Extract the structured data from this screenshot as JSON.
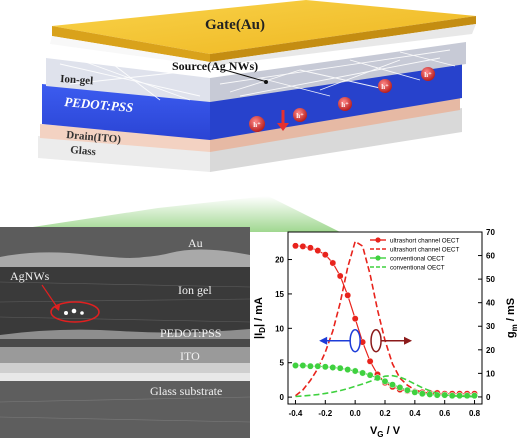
{
  "device": {
    "gate_label": "Gate(Au)",
    "source_label": "Source(Ag NWs)",
    "ion_gel_label": "Ion-gel",
    "pedot_label": "PEDOT:PSS",
    "drain_label": "Drain(ITO)",
    "glass_label": "Glass",
    "hole_label": "h⁺",
    "colors": {
      "gate": "#f2c12e",
      "ion_gel": "#e3e5ee",
      "pedot": "#2f4fe0",
      "drain": "#f0cfc0",
      "glass": "#efefef",
      "hole": "#c42a2a"
    }
  },
  "sem": {
    "labels": {
      "au": "Au",
      "agnws": "AgNWs",
      "ion_gel": "Ion gel",
      "pedot": "PEDOT:PSS",
      "ito": "ITO",
      "glass": "Glass substrate"
    }
  },
  "chart_data": {
    "type": "line",
    "xlabel": "V_G / V",
    "ylabel_left": "|I_D| / mA",
    "ylabel_right": "g_m / mS",
    "xlim": [
      -0.45,
      0.85
    ],
    "ylim_left": [
      -1,
      24
    ],
    "ylim_right": [
      -3,
      70
    ],
    "xticks": [
      "-0.4",
      "-0.2",
      "0.0",
      "0.2",
      "0.4",
      "0.6",
      "0.8"
    ],
    "yticks_left": [
      "0",
      "5",
      "10",
      "15",
      "20"
    ],
    "yticks_right": [
      "0",
      "10",
      "20",
      "30",
      "40",
      "50",
      "60",
      "70"
    ],
    "legend_position": "top-right",
    "x": [
      -0.4,
      -0.35,
      -0.3,
      -0.25,
      -0.2,
      -0.15,
      -0.1,
      -0.05,
      0.0,
      0.05,
      0.1,
      0.15,
      0.2,
      0.25,
      0.3,
      0.35,
      0.4,
      0.45,
      0.5,
      0.55,
      0.6,
      0.65,
      0.7,
      0.75,
      0.8
    ],
    "series": [
      {
        "name": "ultrashort channel OECT",
        "axis": "left",
        "style": "line-circle",
        "color": "#e8231c",
        "values": [
          22.0,
          21.9,
          21.7,
          21.3,
          20.7,
          19.5,
          17.6,
          14.8,
          11.4,
          8.0,
          5.2,
          3.3,
          2.1,
          1.5,
          1.1,
          0.9,
          0.8,
          0.7,
          0.6,
          0.6,
          0.5,
          0.5,
          0.5,
          0.5,
          0.5
        ]
      },
      {
        "name": "ultrashort channel OECT",
        "axis": "right",
        "style": "dashed",
        "color": "#e8231c",
        "values": [
          0.5,
          3,
          7,
          12,
          19,
          28,
          40,
          55,
          66,
          64,
          52,
          37,
          24,
          14,
          8,
          5,
          3,
          2,
          1.5,
          1,
          1,
          0.8,
          0.6,
          0.5,
          0.5
        ]
      },
      {
        "name": "conventional OECT",
        "axis": "left",
        "style": "line-circle",
        "color": "#3fd13f",
        "values": [
          4.6,
          4.6,
          4.5,
          4.5,
          4.4,
          4.3,
          4.2,
          4.0,
          3.8,
          3.5,
          3.2,
          2.8,
          2.3,
          1.8,
          1.4,
          1.0,
          0.7,
          0.5,
          0.4,
          0.3,
          0.3,
          0.2,
          0.2,
          0.2,
          0.2
        ]
      },
      {
        "name": "conventional OECT",
        "axis": "right",
        "style": "dashed",
        "color": "#3fd13f",
        "values": [
          0.2,
          0.4,
          0.7,
          1.0,
          1.5,
          2.0,
          2.7,
          3.5,
          4.5,
          5.5,
          6.6,
          7.8,
          8.8,
          9.0,
          8.4,
          7.1,
          5.5,
          3.9,
          2.6,
          1.6,
          0.9,
          0.5,
          0.3,
          0.2,
          0.1
        ]
      }
    ],
    "arrow_colors": {
      "left": "#1d3cd8",
      "right": "#8b1a1a"
    }
  }
}
